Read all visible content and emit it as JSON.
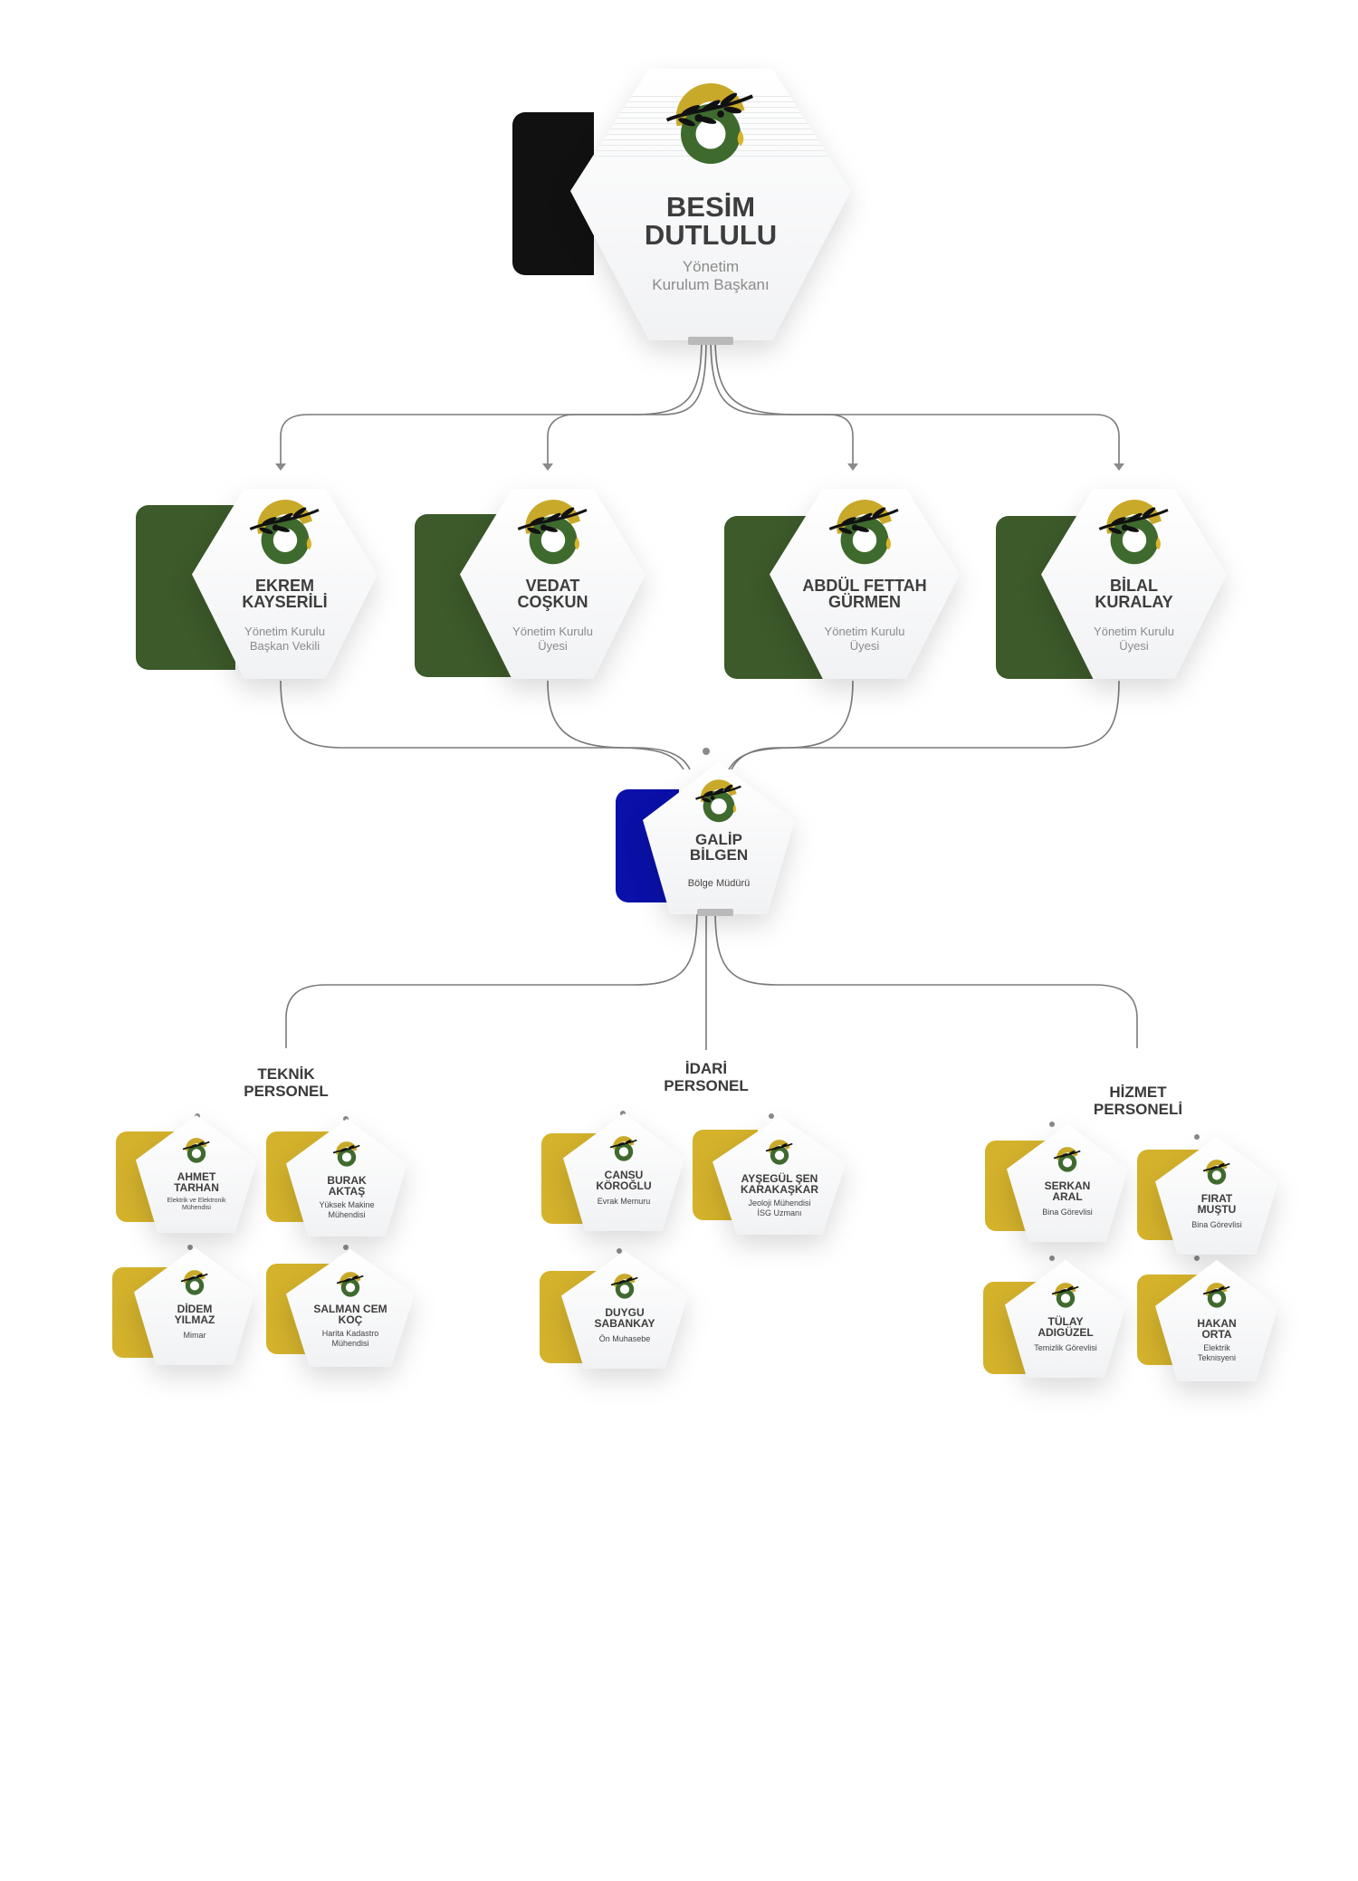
{
  "colors": {
    "chairman_accent": "#111111",
    "board_accent": "#3c5a2a",
    "manager_accent": "#0a10a8",
    "staff_accent": "#d4b22c",
    "logo_green": "#3f6a2e",
    "logo_gold": "#c9a92a",
    "line": "#7a7a7a"
  },
  "logo_icon": "olive-branch-logo",
  "chairman": {
    "name": "BESİM\nDUTLULU",
    "role": "Yönetim\nKurulum Başkanı"
  },
  "board": [
    {
      "name": "EKREM\nKAYSERİLİ",
      "role": "Yönetim Kurulu\nBaşkan Vekili"
    },
    {
      "name": "VEDAT\nCOŞKUN",
      "role": "Yönetim Kurulu\nÜyesi"
    },
    {
      "name": "ABDÜL FETTAH\nGÜRMEN",
      "role": "Yönetim Kurulu\nÜyesi"
    },
    {
      "name": "BİLAL\nKURALAY",
      "role": "Yönetim Kurulu\nÜyesi"
    }
  ],
  "manager": {
    "name": "GALİP\nBİLGEN",
    "role": "Bölge Müdürü"
  },
  "groups": [
    {
      "title": "TEKNİK\nPERSONEL",
      "members": [
        {
          "name": "AHMET\nTARHAN",
          "role": "Elektrik ve Elektronik\nMühendisi"
        },
        {
          "name": "BURAK\nAKTAŞ",
          "role": "Yüksek Makine\nMühendisi"
        },
        {
          "name": "DİDEM\nYILMAZ",
          "role": "Mimar"
        },
        {
          "name": "SALMAN CEM\nKOÇ",
          "role": "Harita Kadastro\nMühendisi"
        }
      ]
    },
    {
      "title": "İDARİ\nPERSONEL",
      "members": [
        {
          "name": "CANSU\nKÖROĞLU",
          "role": "Evrak Memuru"
        },
        {
          "name": "AYŞEGÜL ŞEN\nKARAKAŞKAR",
          "role": "Jeoloji Mühendisi\nİSG Uzmanı"
        },
        {
          "name": "DUYGU\nSABANKAY",
          "role": "Ön Muhasebe"
        }
      ]
    },
    {
      "title": "HİZMET\nPERSONELİ",
      "members": [
        {
          "name": "SERKAN\nARAL",
          "role": "Bina Görevlisi"
        },
        {
          "name": "FIRAT\nMUŞTU",
          "role": "Bina Görevlisi"
        },
        {
          "name": "TÜLAY\nADIGÜZEL",
          "role": "Temizlik Görevlisi"
        },
        {
          "name": "HAKAN\nORTA",
          "role": "Elektrik\nTeknisyeni"
        }
      ]
    }
  ]
}
